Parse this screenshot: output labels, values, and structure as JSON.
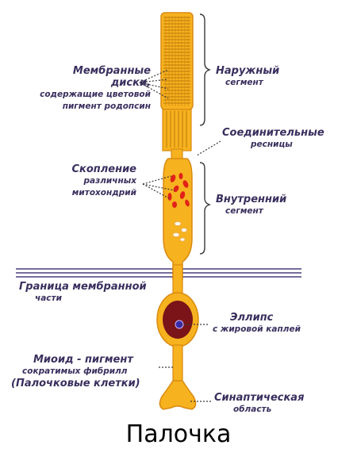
{
  "colors": {
    "cell": "#f7b21f",
    "cell_outline": "#d98a10",
    "nucleus": "#7a1418",
    "droplet": "#3b2aa8",
    "mito": "#e02218",
    "membrane": "#4a3d78",
    "text": "#3a2f5e",
    "bracket": "#3a3a3a"
  },
  "labels": {
    "membrane_discs": [
      "Мембранные",
      "диски,",
      "содержащие цветовой",
      "пигмент родопсин"
    ],
    "outer_segment": [
      "Наружный",
      "сегмент"
    ],
    "connecting_cilia": [
      "Соединительные",
      "ресницы"
    ],
    "mitochondria": [
      "Скопление",
      "различных",
      "митохондрий"
    ],
    "inner_segment": [
      "Внутренний",
      "сегмент"
    ],
    "membrane_border": [
      "Граница мембранной",
      "части"
    ],
    "ellipsoid": [
      "Эллипс",
      "с жировой каплей"
    ],
    "myoid": [
      "Миоид - пигмент",
      "сократимых  фибрилл",
      "(Палочковые клетки)"
    ],
    "synaptic": [
      "Синаптическая",
      "область"
    ]
  },
  "caption": "Палочка"
}
